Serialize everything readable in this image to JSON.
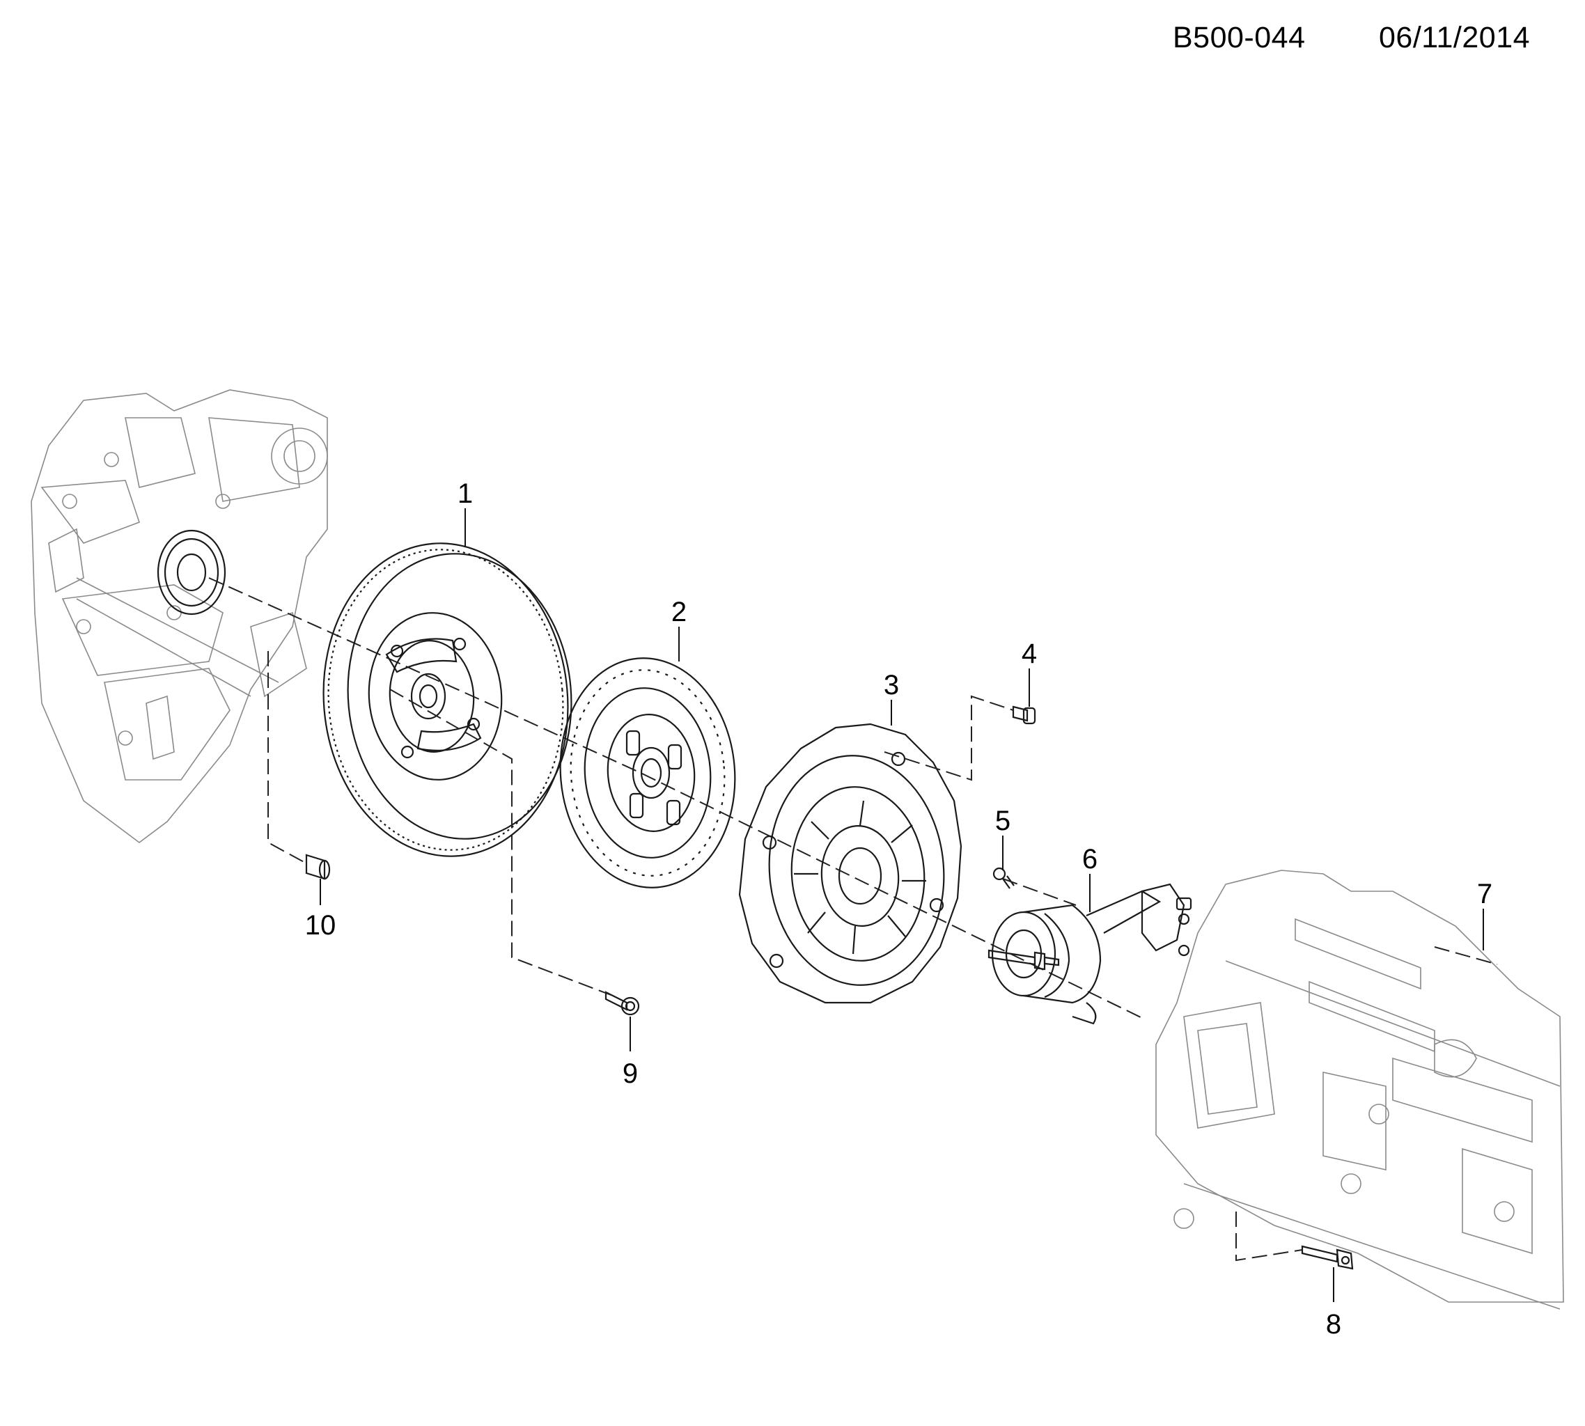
{
  "header": {
    "diagram_code": "B500-044",
    "date": "06/11/2014"
  },
  "callouts": [
    "1",
    "2",
    "3",
    "4",
    "5",
    "6",
    "7",
    "8",
    "9",
    "10"
  ]
}
